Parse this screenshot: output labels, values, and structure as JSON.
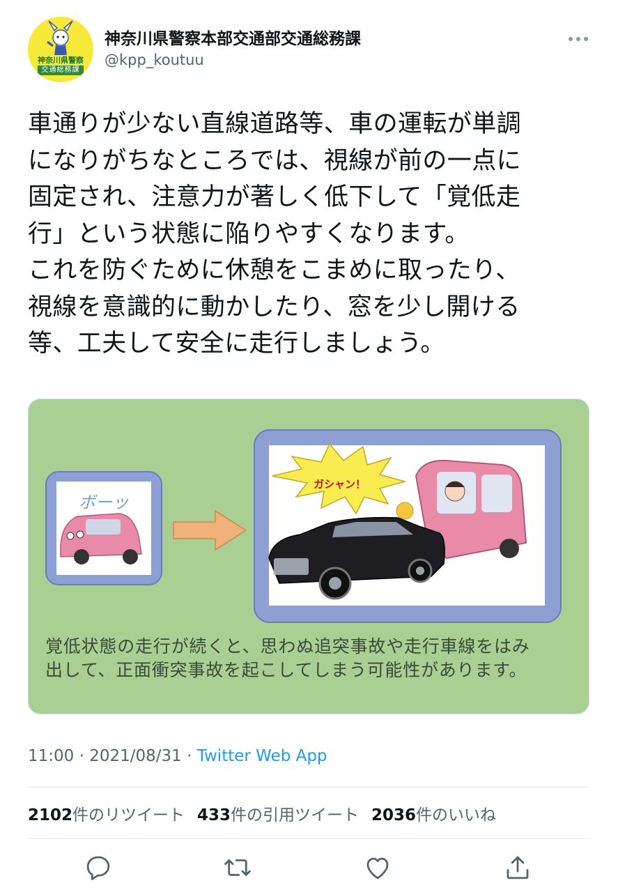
{
  "user": {
    "display_name": "神奈川県警察本部交通部交通総務課",
    "handle": "@kpp_koutuu",
    "avatar_line1": "神奈川県警察",
    "avatar_line2": "交通総務課"
  },
  "tweet": {
    "text": "車通りが少ない直線道路等、車の運転が単調\nになりがちなところでは、視線が前の一点に\n固定され、注意力が著しく低下して「覚低走\n行」という状態に陥りやすくなります。\nこれを防ぐために休憩をこまめに取ったり、\n視線を意識的に動かしたり、窓を少し開ける\n等、工夫して安全に走行しましょう。"
  },
  "media": {
    "sfx_text": "ボーッ",
    "bubble_text": "ガシャン！",
    "caption": "覚低状態の走行が続くと、思わぬ追突事故や走行車線をはみ\n出して、正面衝突事故を起こしてしまう可能性があります。"
  },
  "meta": {
    "time": "11:00",
    "separator": " · ",
    "date": "2021/08/31",
    "app": "Twitter Web App"
  },
  "stats": {
    "retweets_count": "2102",
    "retweets_label": "件のリツイート",
    "quotes_count": "433",
    "quotes_label": "件の引用ツイート",
    "likes_count": "2036",
    "likes_label": "件のいいね"
  },
  "icons": {
    "reply": "reply-icon",
    "retweet": "retweet-icon",
    "like": "heart-icon",
    "share": "share-icon",
    "more": "more-icon"
  },
  "colors": {
    "text": "#0f1419",
    "secondary": "#536471",
    "link": "#1d9bf0",
    "media_bg": "#aacf92",
    "frame": "#8e9fd4"
  }
}
